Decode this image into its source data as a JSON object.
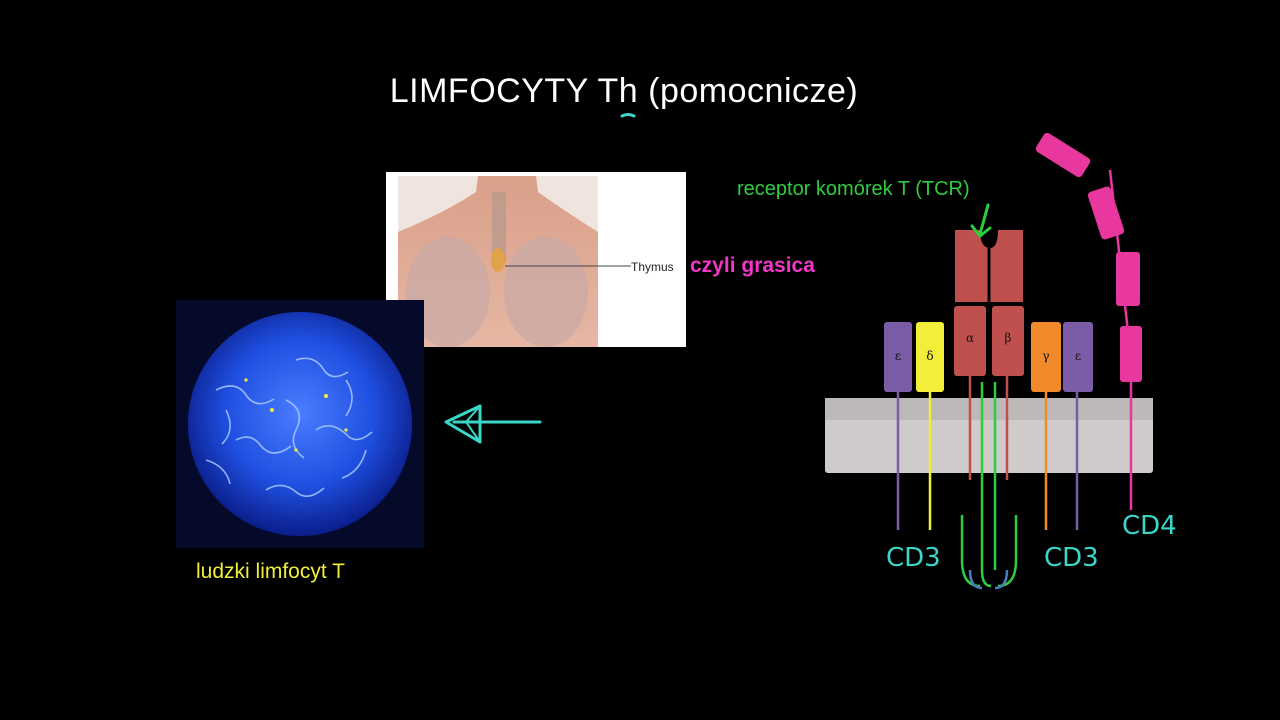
{
  "title": "LIMFOCYTY Th (pomocnicze)",
  "tcr_label": "receptor komórek T (TCR)",
  "thymus_image": {
    "tag": "Thymus"
  },
  "thymus_note": "czyli grasica",
  "cell_caption": "ludzki limfocyt T",
  "receptor_diagram": {
    "subunits": [
      "ε",
      "δ",
      "α",
      "β",
      "γ",
      "ε"
    ],
    "cd3_left": "CD3",
    "cd3_right": "CD3",
    "cd4": "CD4"
  },
  "colors": {
    "title": "#ffffff",
    "tcr_label": "#2ecc40",
    "thymus_note": "#f237c8",
    "cell_caption": "#f2ee3a",
    "annotation_cyan": "#3ad6c8",
    "cd4": "#e8379e",
    "tcr_chain": "#c0504d",
    "membrane": "#cfcbcb"
  }
}
